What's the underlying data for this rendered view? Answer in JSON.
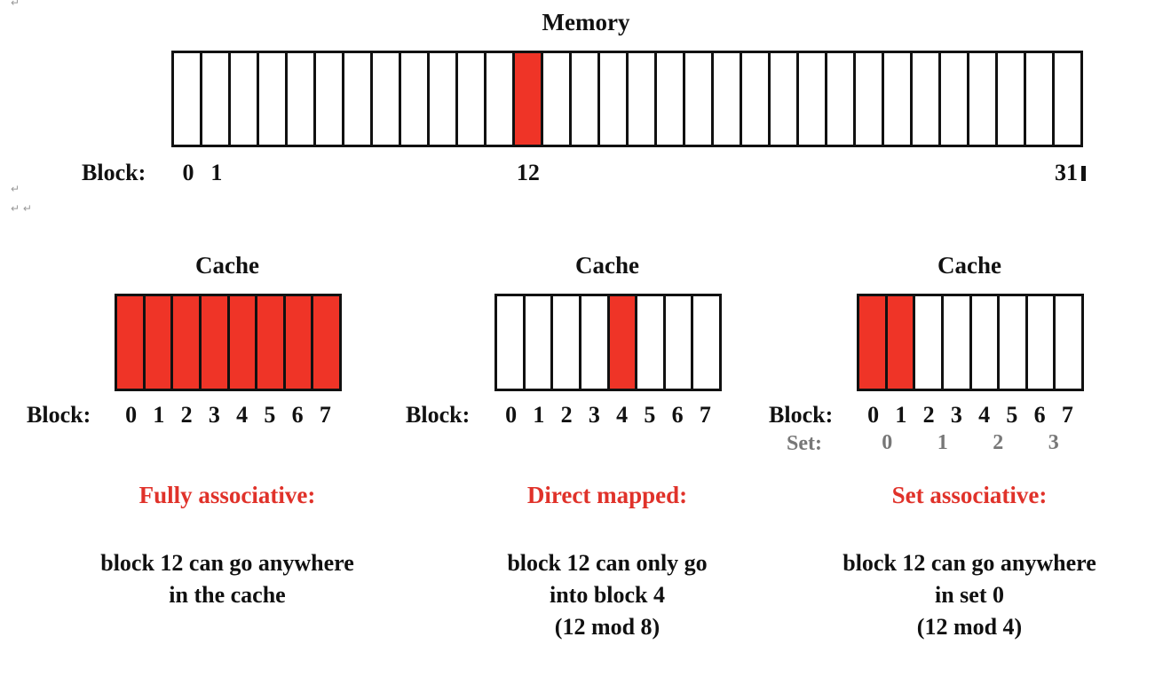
{
  "memory": {
    "title": "Memory",
    "block_label": "Block:",
    "block_count": 32,
    "highlighted_block": 12,
    "tick_labels": [
      "0",
      "1",
      "12",
      "31"
    ]
  },
  "caches": [
    {
      "title": "Cache",
      "block_label": "Block:",
      "block_numbers": [
        "0",
        "1",
        "2",
        "3",
        "4",
        "5",
        "6",
        "7"
      ],
      "highlighted": [
        0,
        1,
        2,
        3,
        4,
        5,
        6,
        7
      ],
      "heading": "Fully associative:",
      "description": [
        "block 12 can go anywhere",
        "in the cache"
      ]
    },
    {
      "title": "Cache",
      "block_label": "Block:",
      "block_numbers": [
        "0",
        "1",
        "2",
        "3",
        "4",
        "5",
        "6",
        "7"
      ],
      "highlighted": [
        4
      ],
      "heading": "Direct mapped:",
      "description": [
        "block 12 can only go",
        "into block 4",
        "(12 mod 8)"
      ]
    },
    {
      "title": "Cache",
      "block_label": "Block:",
      "block_numbers": [
        "0",
        "1",
        "2",
        "3",
        "4",
        "5",
        "6",
        "7"
      ],
      "highlighted": [
        0,
        1
      ],
      "set_label": "Set:",
      "set_numbers": [
        "0",
        "1",
        "2",
        "3"
      ],
      "heading": "Set associative:",
      "description": [
        "block 12 can go anywhere",
        "in set 0",
        "(12 mod 4)"
      ]
    }
  ],
  "colors": {
    "highlight": "#ef3427",
    "heading": "#e0322a",
    "set_text": "#777777"
  }
}
